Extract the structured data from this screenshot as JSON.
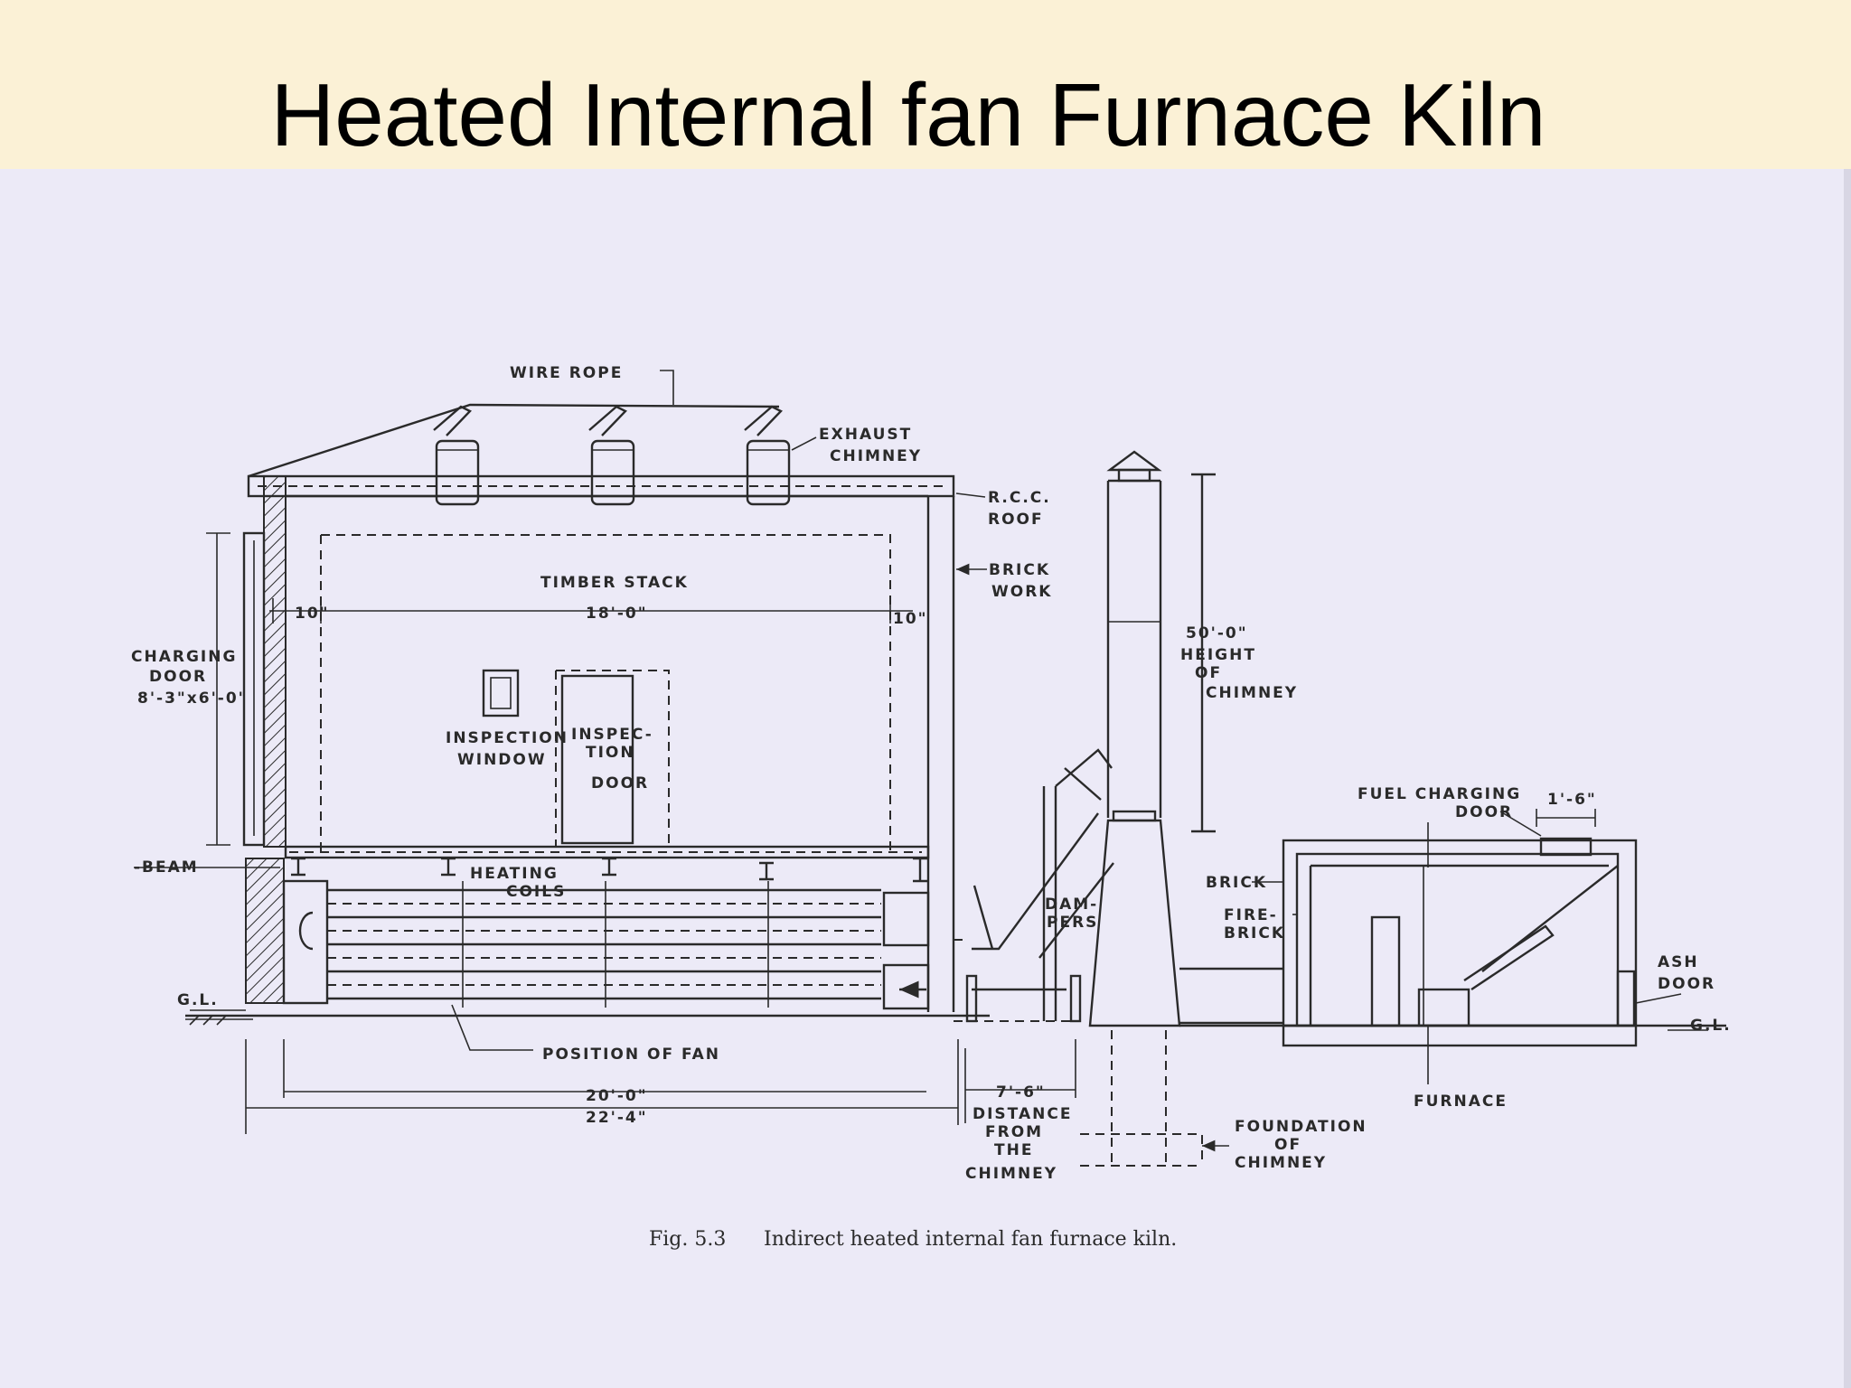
{
  "slide": {
    "title": "Heated Internal fan Furnace Kiln"
  },
  "figure": {
    "caption_number": "Fig. 5.3",
    "caption_text": "Indirect heated internal fan furnace kiln.",
    "labels": {
      "wire_rope": "WIRE ROPE",
      "exhaust_1": "EXHAUST",
      "exhaust_2": "CHIMNEY",
      "rcc_1": "R.C.C.",
      "rcc_2": "ROOF",
      "brick_work_1": "BRICK",
      "brick_work_2": "WORK",
      "timber_stack": "TIMBER STACK",
      "dim_10_left": "10\"",
      "dim_18": "18'-0\"",
      "dim_10_right": "10\"",
      "charging_1": "CHARGING",
      "charging_2": "DOOR",
      "charging_3": "8'-3\"x6'-0\"",
      "insp_window_1": "INSPECTION",
      "insp_window_2": "WINDOW",
      "insp_door_1": "INSPEC-",
      "insp_door_2": "TION",
      "insp_door_3": "DOOR",
      "beam": "-BEAM",
      "heating_1": "HEATING",
      "heating_2": "COILS",
      "gl_left": "G.L.",
      "gl_right": "G.L.",
      "position_fan": "POSITION OF FAN",
      "dim_20": "20'-0\"",
      "dim_22": "22'-4\"",
      "dim_7": "7'-6\"",
      "distance_1": "DISTANCE",
      "distance_2": "FROM",
      "distance_3": "THE",
      "distance_4": "CHIMNEY",
      "dampers_1": "DAM-",
      "dampers_2": "PERS",
      "chimney_h_1": "50'-0\"",
      "chimney_h_2": "HEIGHT",
      "chimney_h_3": "OF",
      "chimney_h_4": "CHIMNEY",
      "fuel_1": "FUEL CHARGING",
      "fuel_2": "DOOR",
      "dim_1_6": "1'-6\"",
      "brick": "BRICK",
      "fire_brick_1": "FIRE-",
      "fire_brick_2": "BRICK",
      "ash_1": "ASH",
      "ash_2": "DOOR",
      "furnace": "FURNACE",
      "foundation_1": "FOUNDATION",
      "foundation_2": "OF",
      "foundation_3": "CHIMNEY"
    }
  }
}
